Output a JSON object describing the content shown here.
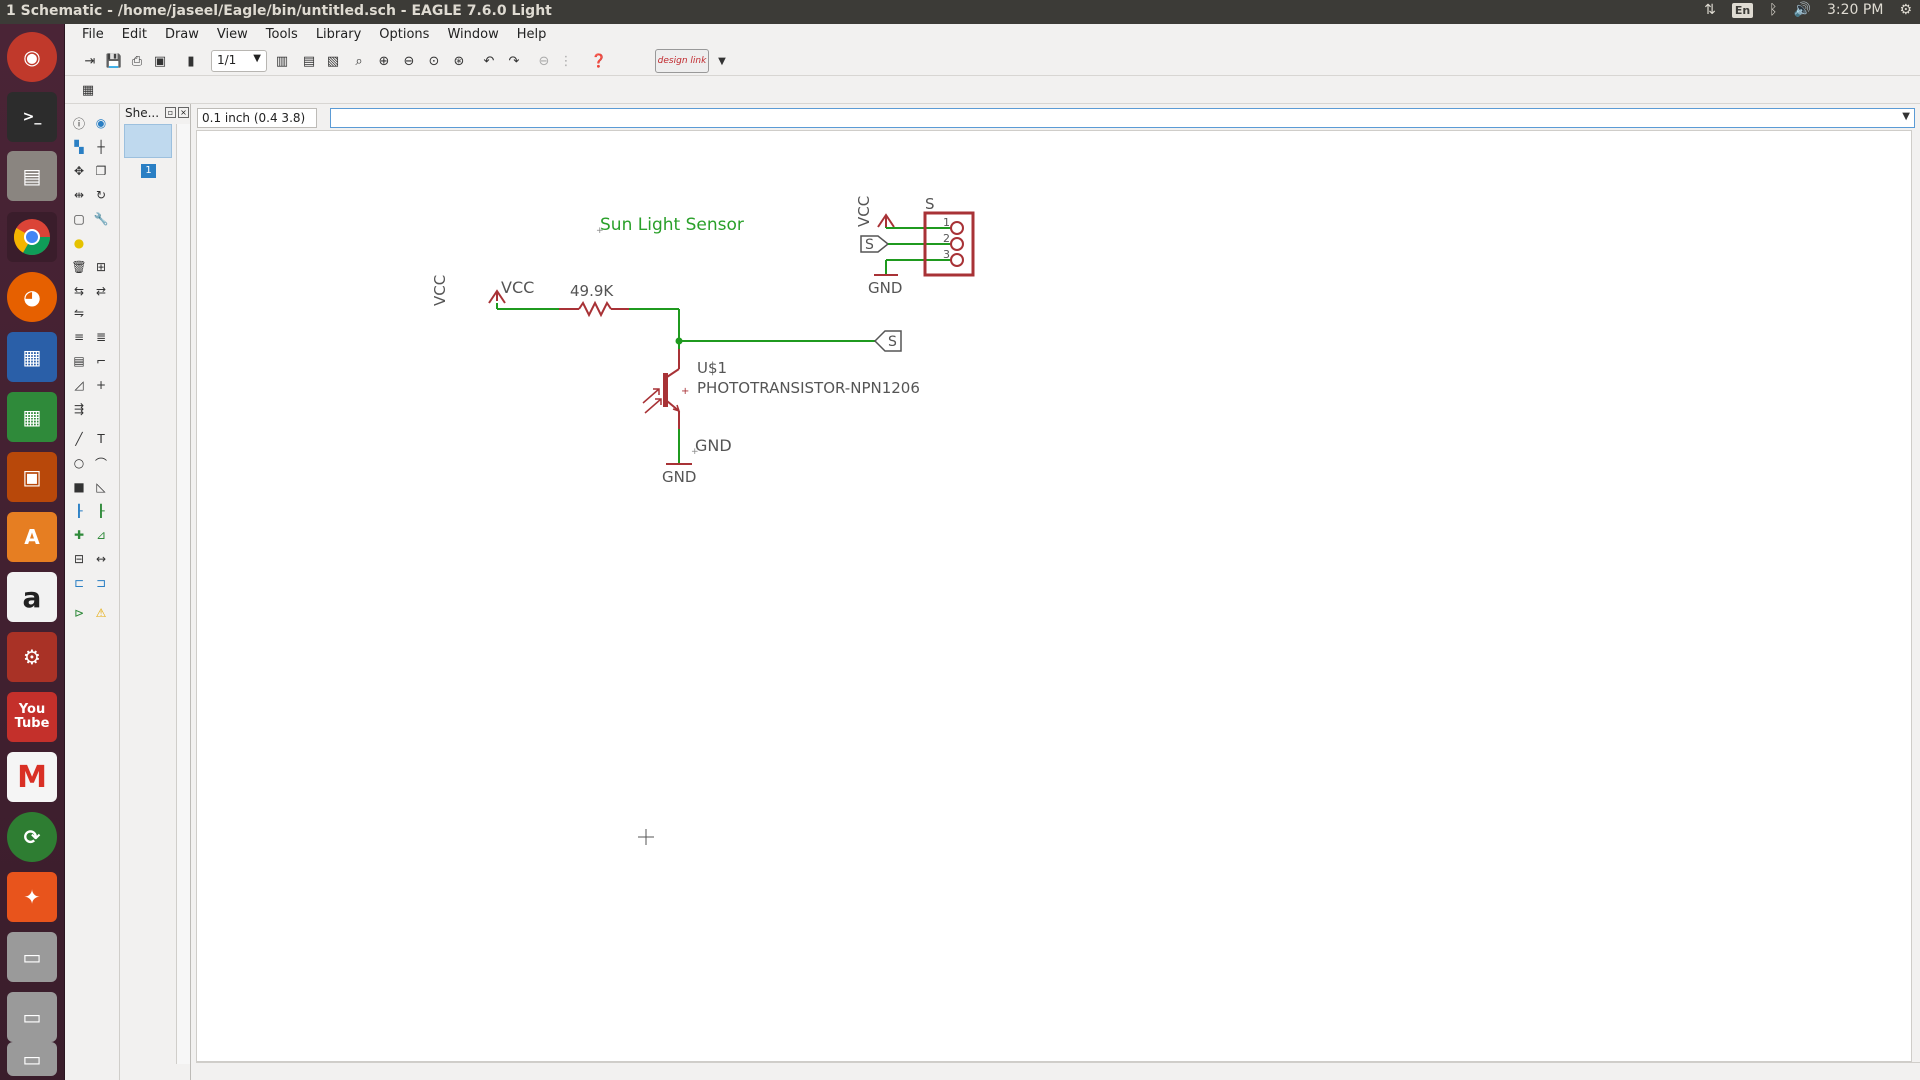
{
  "window": {
    "title": "1 Schematic - /home/jaseel/Eagle/bin/untitled.sch - EAGLE 7.6.0 Light"
  },
  "tray": {
    "keyboard": "En",
    "time": "3:20 PM"
  },
  "launcher": {
    "items": [
      "ubuntu-dash",
      "terminal",
      "files",
      "chrome",
      "firefox",
      "writer",
      "calc",
      "impress",
      "software-center",
      "amazon",
      "system-settings",
      "youtube",
      "gmail",
      "software-updater",
      "eagle",
      "drive-1",
      "drive-2",
      "drive-3"
    ],
    "youtube_label_1": "You",
    "youtube_label_2": "Tube",
    "amazon_label": "a",
    "gmail_label": "M",
    "software_label": "A"
  },
  "menu": {
    "items": [
      "File",
      "Edit",
      "Draw",
      "View",
      "Tools",
      "Library",
      "Options",
      "Window",
      "Help"
    ]
  },
  "toolbar": {
    "sheet_select": "1/1",
    "designlink_label": "design link"
  },
  "sheets_panel": {
    "header": "She...",
    "sheet_number": "1"
  },
  "coord": "0.1 inch (0.4 3.8)",
  "command": "",
  "schematic": {
    "title_text": "Sun Light Sensor",
    "vcc_label_left": "VCC",
    "vcc_value_left": "VCC",
    "resistor_value": "49.9K",
    "transistor_name": "U$1",
    "transistor_value": "PHOTOTRANSISTOR-NPN1206",
    "gnd_label": "GND",
    "gnd_symbol_label": "GND",
    "signal_label": "S",
    "connector": {
      "vcc_label": "VCC",
      "name": "S",
      "signal_label": "S",
      "pins": [
        "1",
        "2",
        "3"
      ],
      "gnd_label": "GND"
    }
  },
  "colors": {
    "wire": "#1f9a1f",
    "symbol": "#a83236",
    "text": "#555555",
    "title_text": "#2aa02a",
    "launcher_bg": "#4a2436",
    "titlebar_bg": "#3c3b37"
  }
}
